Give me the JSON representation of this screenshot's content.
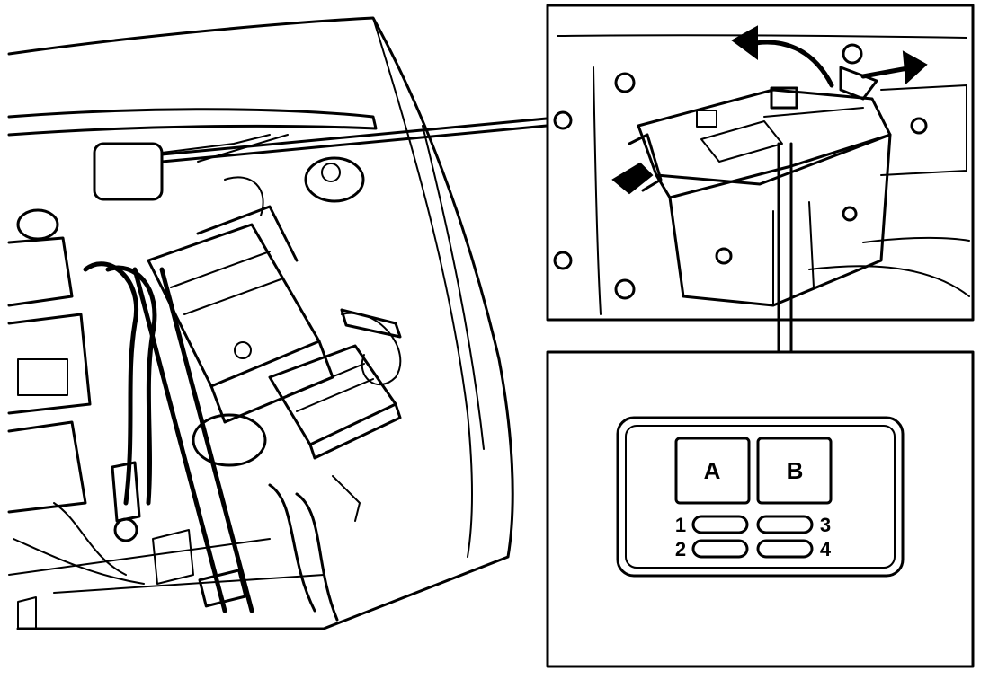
{
  "fuse_block": {
    "relay_a_label": "A",
    "relay_b_label": "B",
    "fuse_1_label": "1",
    "fuse_2_label": "2",
    "fuse_3_label": "3",
    "fuse_4_label": "4"
  }
}
